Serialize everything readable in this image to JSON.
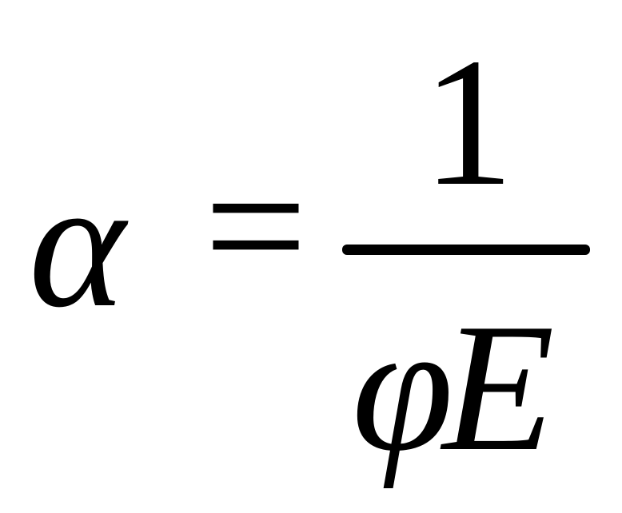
{
  "formula": {
    "lhs": "α",
    "operator": "=",
    "numerator": "1",
    "denominator": "φE"
  }
}
